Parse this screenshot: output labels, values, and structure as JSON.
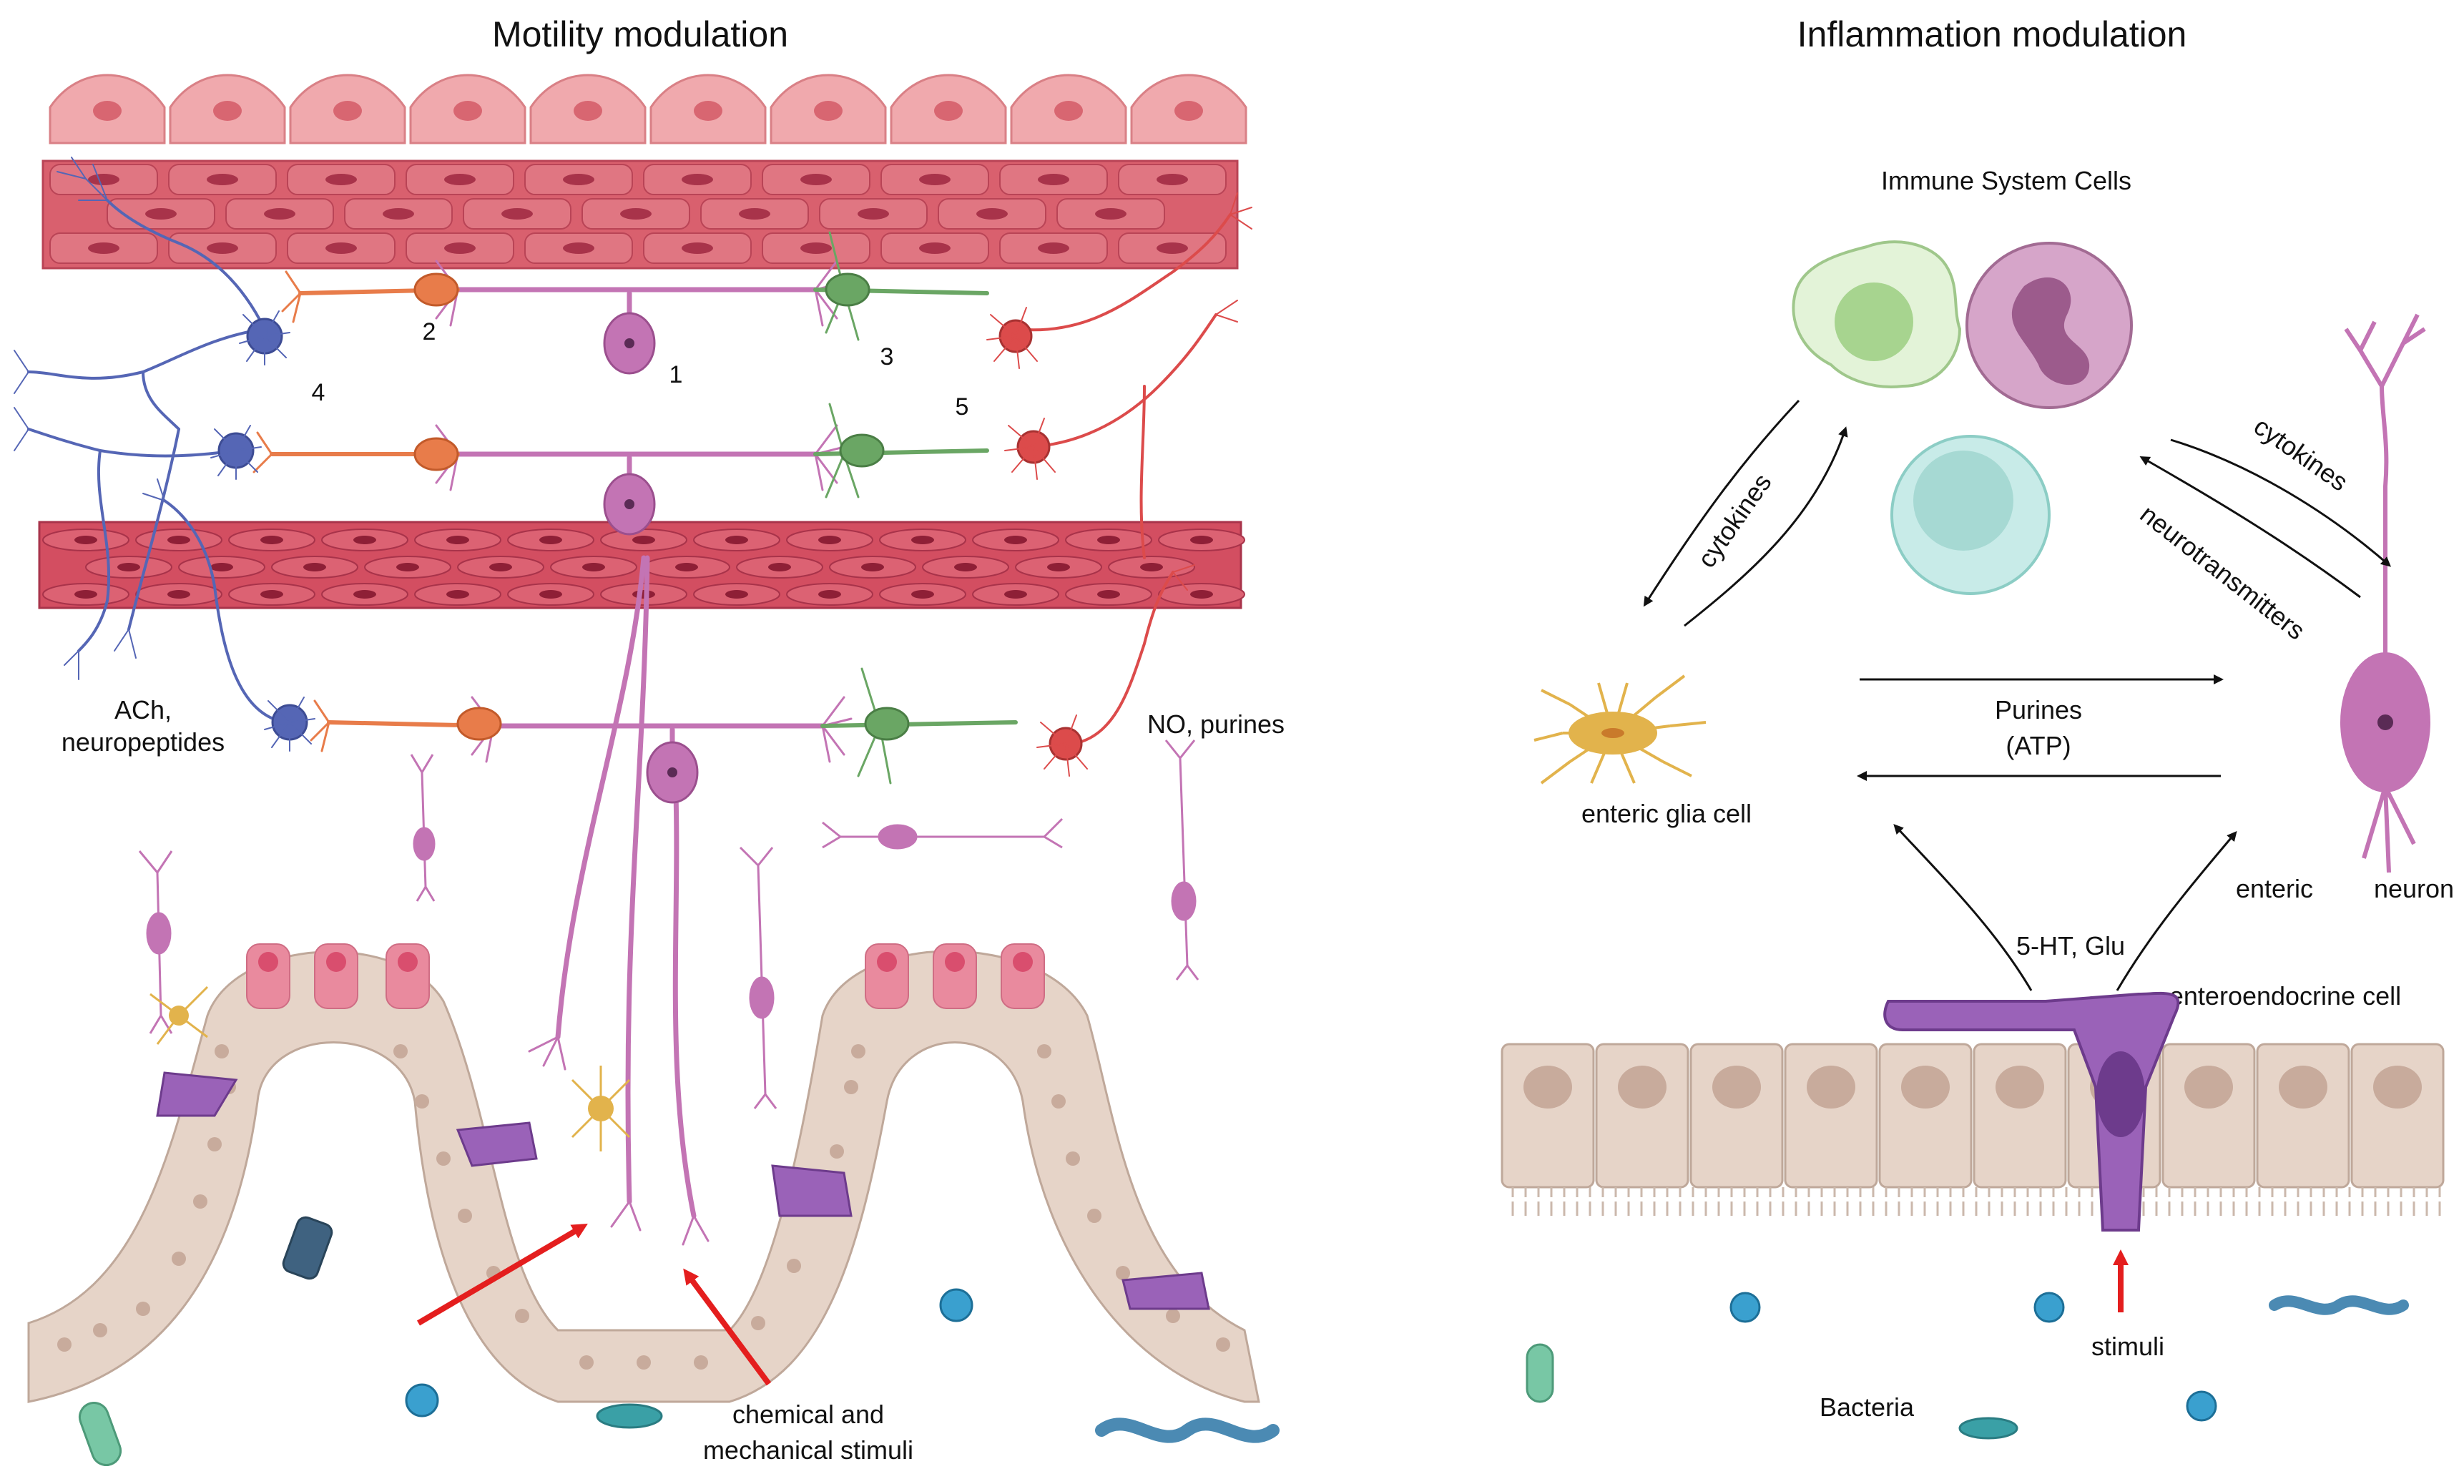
{
  "left_panel": {
    "title": "Motility modulation",
    "numbers": [
      "1",
      "2",
      "3",
      "4",
      "5"
    ],
    "label_ach_line1": "ACh,",
    "label_ach_line2": "neuropeptides",
    "label_no": "NO, purines",
    "label_stimuli_line1": "chemical and",
    "label_stimuli_line2": "mechanical stimuli"
  },
  "right_panel": {
    "title": "Inflammation modulation",
    "immune_label": "Immune System Cells",
    "cytokines_left": "cytokines",
    "cytokines_right": "cytokines",
    "neurotransmitters": "neurotransmitters",
    "purines_line1": "Purines",
    "purines_line2": "(ATP)",
    "enteric_glia": "enteric glia cell",
    "enteric_neuron_a": "enteric",
    "enteric_neuron_b": "neuron",
    "ht_glu": "5-HT, Glu",
    "enteroendocrine": "enteroendocrine cell",
    "stimuli": "stimuli",
    "bacteria": "Bacteria"
  },
  "colors": {
    "muscle": "#d9606e",
    "muscle_dark": "#b23a4c",
    "epithelium": "#e6d4c8",
    "intrinsic_neuron": "#c374b4",
    "excitatory_neuron": "#5566b5",
    "inhibitory_neuron": "#dc4b4b",
    "interneuron": "#e87c4a",
    "motor_green": "#6aa664",
    "glia": "#e2b34c",
    "enteroendocrine": "#9a62b8",
    "stimulus_arrow": "#e41e1e",
    "bacteria_blue": "#3aa0cf"
  },
  "icons": [
    "macrophage-icon",
    "neutrophil-icon",
    "lymphocyte-icon",
    "bacteria-icon",
    "enteric-neuron-icon",
    "glia-cell-icon"
  ]
}
